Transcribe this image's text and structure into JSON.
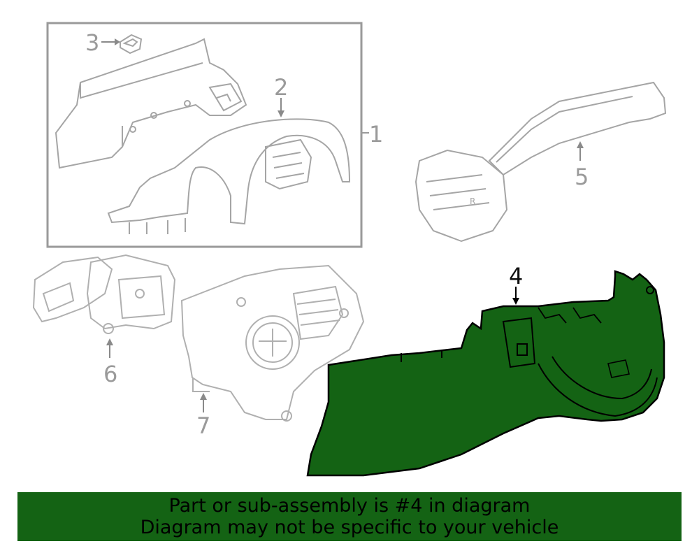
{
  "callouts": {
    "c1": "1",
    "c2": "2",
    "c3": "3",
    "c4": "4",
    "c5": "5",
    "c6": "6",
    "c7": "7"
  },
  "highlight_color": "#146314",
  "banner": {
    "line1": "Part or sub-assembly is #4 in diagram",
    "line2": "Diagram may not be specific to your vehicle"
  }
}
